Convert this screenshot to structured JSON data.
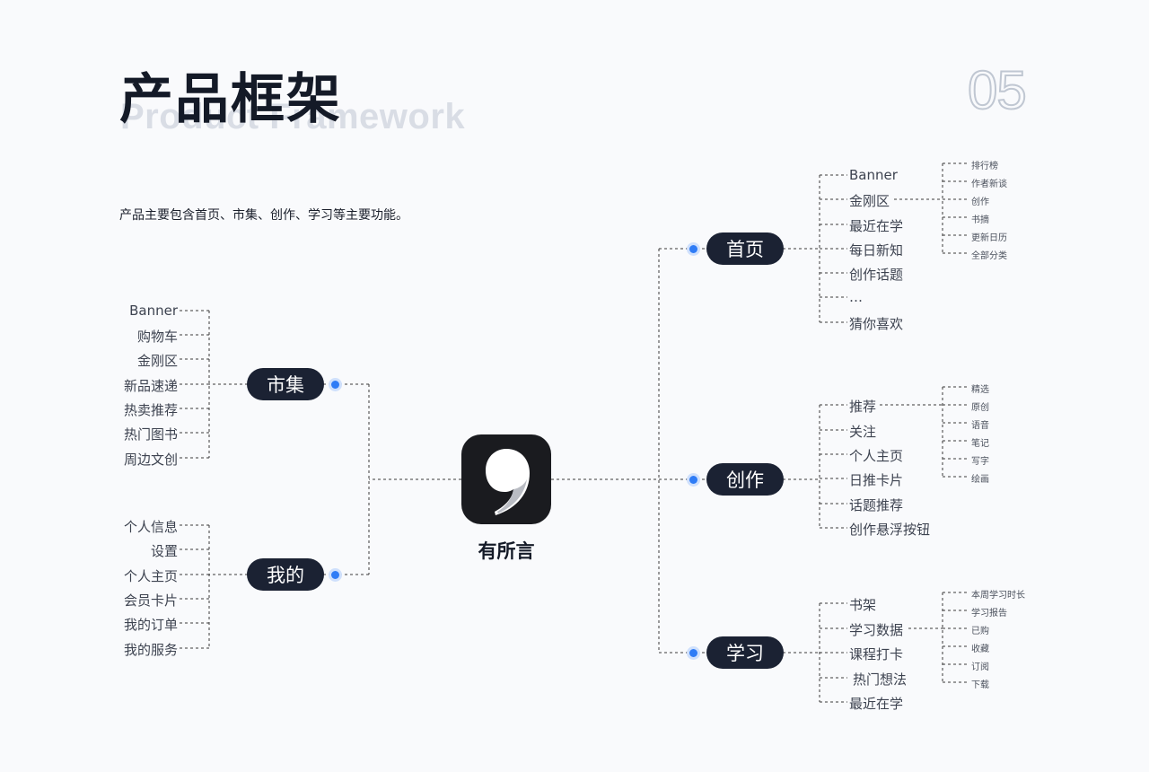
{
  "header": {
    "title": "产品框架",
    "subtitle_en": "Product Framework",
    "page_number": "05",
    "description": "产品主要包含首页、市集、创作、学习等主要功能。"
  },
  "app": {
    "name": "有所言",
    "icon": "quote-mark-icon"
  },
  "colors": {
    "accent_dot": "#2f7cf6",
    "pill_bg": "#1b2233",
    "line": "#333333"
  },
  "branches": {
    "market": {
      "label": "市集",
      "items": [
        "Banner",
        "购物车",
        "金刚区",
        "新品速递",
        "热卖推荐",
        "热门图书",
        "周边文创"
      ]
    },
    "mine": {
      "label": "我的",
      "items": [
        "个人信息",
        "设置",
        "个人主页",
        "会员卡片",
        "我的订单",
        "我的服务"
      ]
    },
    "home": {
      "label": "首页",
      "items": [
        "Banner",
        "金刚区",
        "最近在学",
        "每日新知",
        "创作话题",
        "…",
        "猜你喜欢"
      ],
      "sub_items": [
        "排行榜",
        "作者新谈",
        "创作",
        "书摘",
        "更新日历",
        "全部分类"
      ]
    },
    "create": {
      "label": "创作",
      "items": [
        "推荐",
        "关注",
        "个人主页",
        "日推卡片",
        "话题推荐",
        "创作悬浮按钮"
      ],
      "sub_items": [
        "精选",
        "原创",
        "语音",
        "笔记",
        "写字",
        "绘画"
      ]
    },
    "study": {
      "label": "学习",
      "items": [
        "书架",
        "学习数据",
        "课程打卡",
        "热门想法",
        "最近在学"
      ],
      "sub_items": [
        "本周学习时长",
        "学习报告",
        "已购",
        "收藏",
        "订阅",
        "下载"
      ]
    }
  }
}
